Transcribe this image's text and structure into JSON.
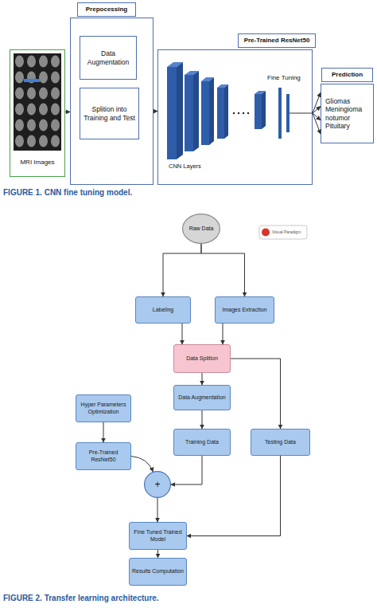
{
  "diagram": {
    "caption": "FIGURE 1. CNN fine tuning model.",
    "nodes": [
      {
        "text": [
          "MRI Images"
        ]
      },
      {
        "text": [
          "Prepocessing"
        ]
      },
      {
        "text": [
          "Data Augmentation"
        ],
        "in": 1
      },
      {
        "text": [
          "Splition into Training and Test"
        ],
        "in": 1
      },
      {
        "text": [
          "Pre-Trained ResNet50"
        ]
      },
      {
        "text": [
          "Prediction",
          "Gliomas Meningioma notumor Pituitary"
        ]
      },
      {
        "text": [
          "Raw Data"
        ]
      },
      {
        "text": [
          "Labeling"
        ]
      },
      {
        "text": [
          "Images Extraction"
        ]
      },
      {
        "text": [
          "Data Splition"
        ]
      },
      {
        "text": [
          "Data Augmentation"
        ]
      },
      {
        "text": [
          "Hyper Parameters Optimization"
        ]
      },
      {
        "text": [
          "Training Data"
        ]
      },
      {
        "text": [
          "Testing Data"
        ]
      },
      {
        "text": [
          "Pre-Trained ResNet50"
        ]
      },
      {
        "text": [
          "+"
        ]
      },
      {
        "text": [
          "Fine Tuned Trained Model"
        ]
      },
      {
        "text": [
          "Results Computation"
        ]
      }
    ],
    "edges": [
      {
        "from": 0,
        "to": 1,
        "arrow": "to"
      },
      {
        "from": 1,
        "to": 4,
        "arrow": "to"
      },
      {
        "from": 4,
        "to": 5,
        "arrow": "to"
      },
      {
        "from": 6,
        "to": 7,
        "arrow": "to"
      },
      {
        "from": 6,
        "to": 8,
        "arrow": "to"
      },
      {
        "from": 7,
        "to": 9,
        "arrow": "to"
      },
      {
        "from": 8,
        "to": 9,
        "arrow": "to"
      },
      {
        "from": 9,
        "to": 10,
        "arrow": "to"
      },
      {
        "from": 9,
        "to": 13,
        "arrow": "to"
      },
      {
        "from": 10,
        "to": 12,
        "arrow": "to"
      },
      {
        "from": 11,
        "to": 14,
        "arrow": "to"
      },
      {
        "from": 14,
        "to": 15,
        "arrow": "to"
      },
      {
        "from": 12,
        "to": 15,
        "arrow": "to"
      },
      {
        "from": 15,
        "to": 16,
        "arrow": "to"
      },
      {
        "from": 13,
        "to": 16,
        "arrow": "to"
      },
      {
        "from": 16,
        "to": 17,
        "arrow": "to"
      }
    ],
    "labels": [
      "CNN Layers",
      "Fine Tuning",
      "Visual Paradigm",
      "FIGURE 2. Transfer learning architecture."
    ]
  }
}
